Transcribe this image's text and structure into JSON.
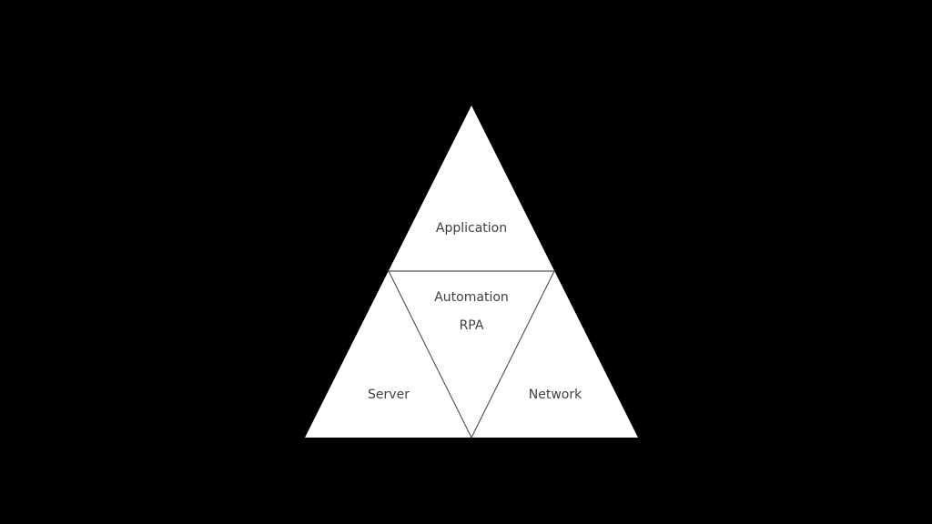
{
  "diagram": {
    "top": "Application",
    "center_line1": "Automation",
    "center_line2": "RPA",
    "left": "Server",
    "right": "Network",
    "colors": {
      "background": "#000000",
      "fill": "#ffffff",
      "stroke": "#404040",
      "text": "#404040"
    }
  }
}
